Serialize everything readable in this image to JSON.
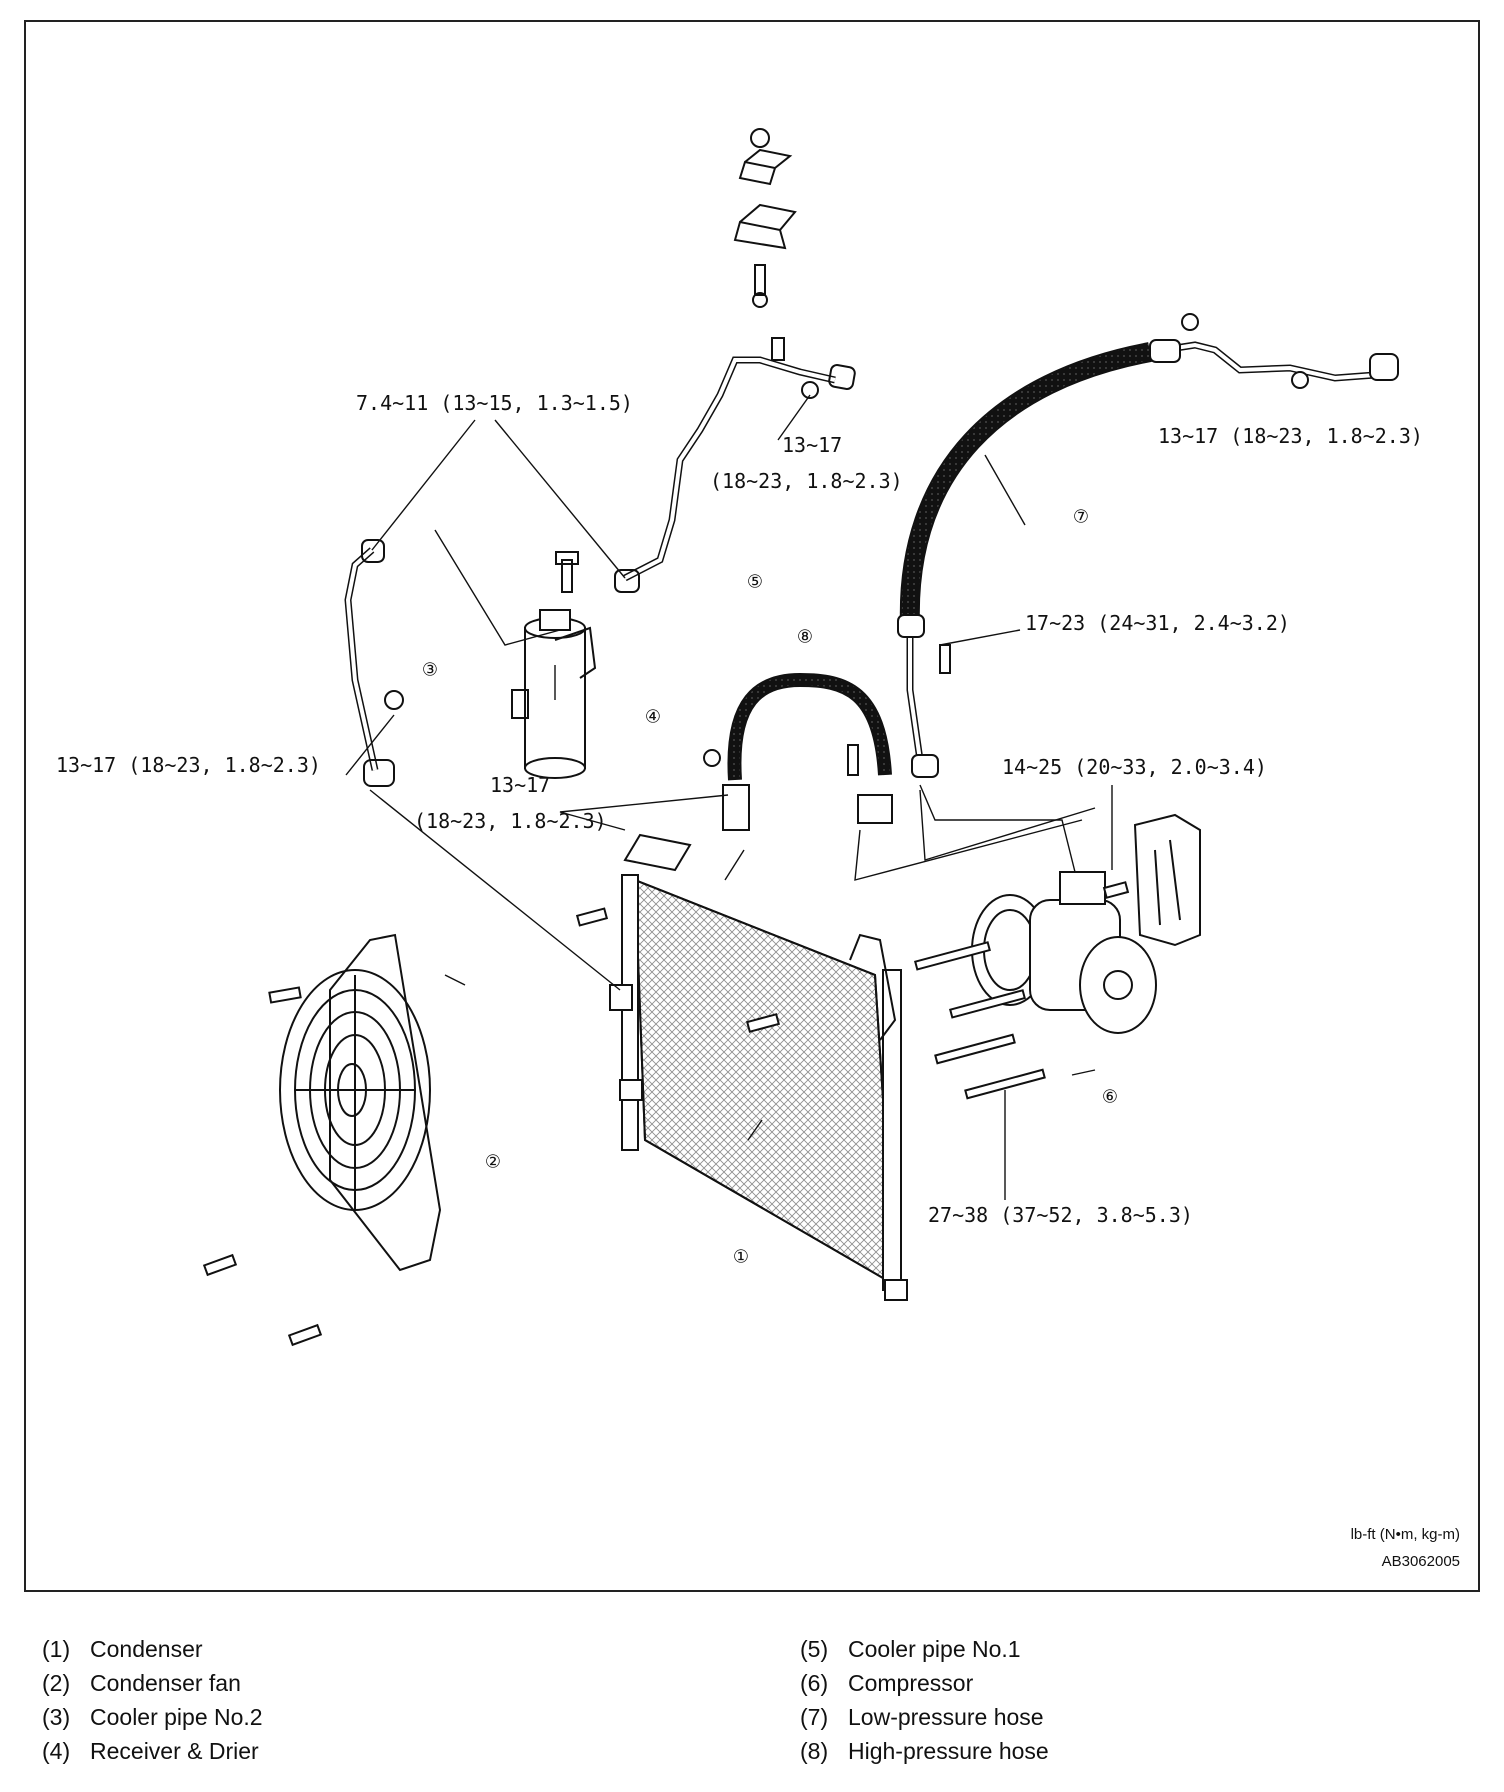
{
  "torque_labels": {
    "t1": "7.4~11 (13~15, 1.3~1.5)",
    "t2_line1": "13~17",
    "t2_line2": "(18~23, 1.8~2.3)",
    "t3": "13~17 (18~23, 1.8~2.3)",
    "t4": "17~23 (24~31, 2.4~3.2)",
    "t5": "13~17 (18~23, 1.8~2.3)",
    "t6_line1": "13~17",
    "t6_line2": "(18~23, 1.8~2.3)",
    "t7": "14~25 (20~33, 2.0~3.4)",
    "t8": "27~38 (37~52, 3.8~5.3)"
  },
  "callouts": [
    "①",
    "②",
    "③",
    "④",
    "⑤",
    "⑥",
    "⑦",
    "⑧"
  ],
  "units": "lb-ft (N•m, kg-m)",
  "figure_code": "AB3062005",
  "legend": [
    {
      "num": "(1)",
      "label": "Condenser"
    },
    {
      "num": "(2)",
      "label": "Condenser fan"
    },
    {
      "num": "(3)",
      "label": "Cooler pipe No.2"
    },
    {
      "num": "(4)",
      "label": "Receiver & Drier"
    },
    {
      "num": "(5)",
      "label": "Cooler pipe No.1"
    },
    {
      "num": "(6)",
      "label": "Compressor"
    },
    {
      "num": "(7)",
      "label": "Low-pressure hose"
    },
    {
      "num": "(8)",
      "label": "High-pressure hose"
    }
  ]
}
